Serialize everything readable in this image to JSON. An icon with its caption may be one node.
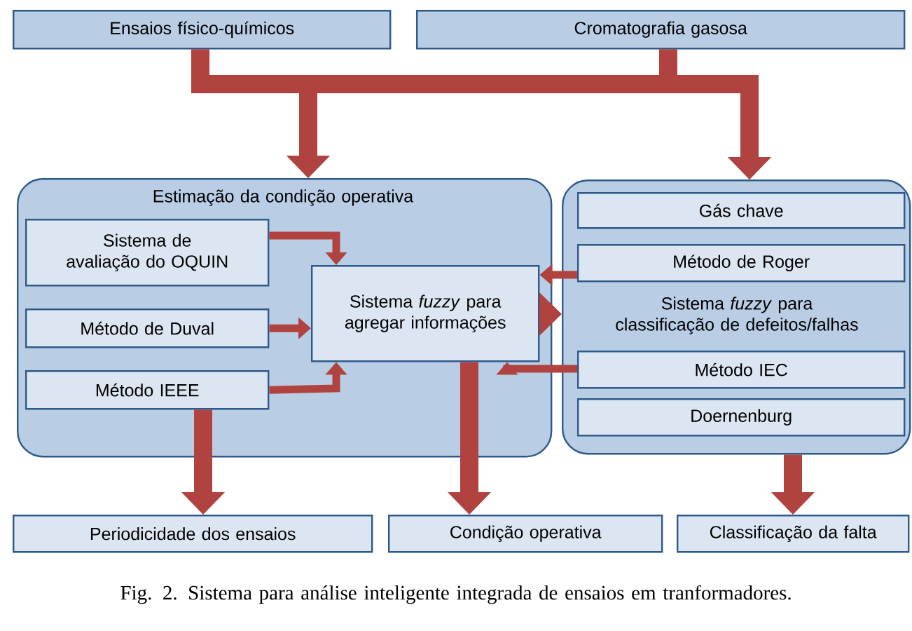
{
  "diagram": {
    "caption": "Fig. 2. Sistema para análise inteligente integrada de ensaios em tranformadores.",
    "nodes": [
      {
        "text": [
          "Ensaios físico-químicos"
        ]
      },
      {
        "text": [
          "Cromatografia gasosa"
        ]
      },
      {
        "text": [
          "Estimação da condição operativa"
        ]
      },
      {
        "text": [
          "Sistema de avaliação do OQUIN"
        ],
        "in": 2
      },
      {
        "text": [
          "Método de Duval"
        ],
        "in": 2
      },
      {
        "text": [
          "Método IEEE"
        ],
        "in": 2
      },
      {
        "text": [
          "Sistema *fuzzy* para agregar informações"
        ],
        "in": 2
      },
      {
        "text": [
          "Sistema *fuzzy* para classificação de defeitos/falhas"
        ]
      },
      {
        "text": [
          "Gás chave"
        ],
        "in": 7
      },
      {
        "text": [
          "Método de Roger"
        ],
        "in": 7
      },
      {
        "text": [
          "Método IEC"
        ],
        "in": 7
      },
      {
        "text": [
          "Doernenburg"
        ],
        "in": 7
      },
      {
        "text": [
          "Periodicidade dos ensaios"
        ]
      },
      {
        "text": [
          "Condição operativa"
        ]
      },
      {
        "text": [
          "Classificação da falta"
        ]
      }
    ],
    "edges": [
      {
        "from": 0,
        "to": 2,
        "arrow": "to"
      },
      {
        "from": 0,
        "to": 7,
        "arrow": "to"
      },
      {
        "from": 1,
        "to": 2,
        "arrow": "to"
      },
      {
        "from": 1,
        "to": 7,
        "arrow": "to"
      },
      {
        "from": 3,
        "to": 6,
        "arrow": "to"
      },
      {
        "from": 4,
        "to": 6,
        "arrow": "to"
      },
      {
        "from": 5,
        "to": 6,
        "arrow": "to"
      },
      {
        "from": 9,
        "to": 6,
        "arrow": "to"
      },
      {
        "from": 10,
        "to": 6,
        "arrow": "to"
      },
      {
        "from": 6,
        "to": 7,
        "arrow": "to"
      },
      {
        "from": 5,
        "to": 12,
        "arrow": "to"
      },
      {
        "from": 6,
        "to": 13,
        "arrow": "to"
      },
      {
        "from": 7,
        "to": 14,
        "arrow": "to"
      }
    ]
  }
}
